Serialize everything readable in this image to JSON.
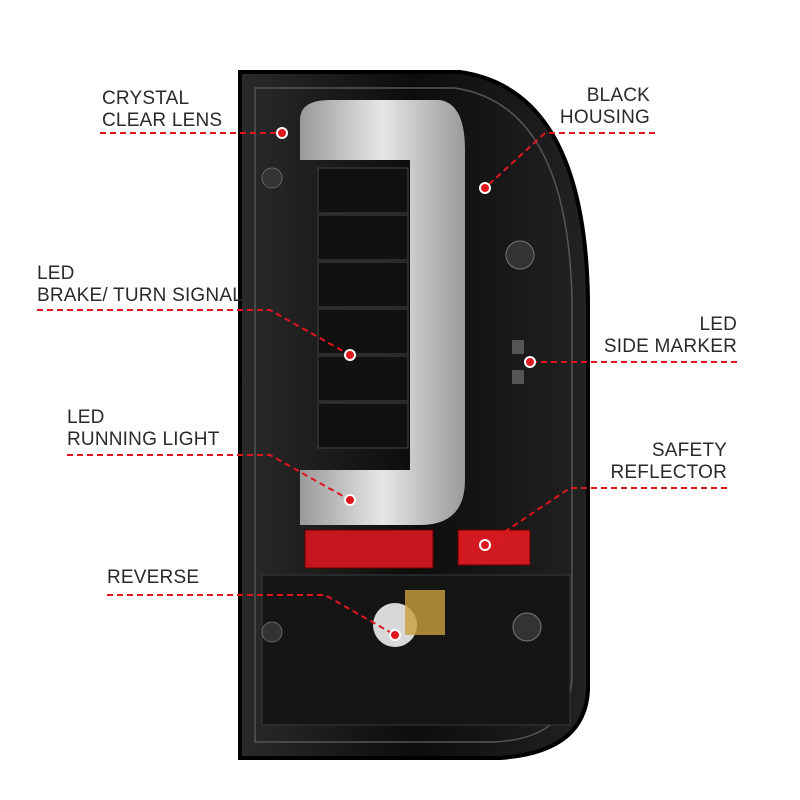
{
  "accent_color": "#e0161e",
  "callouts": [
    {
      "id": "crystal-clear-lens",
      "lines": [
        "CRYSTAL",
        "CLEAR LENS"
      ]
    },
    {
      "id": "black-housing",
      "lines": [
        "BLACK",
        "HOUSING"
      ]
    },
    {
      "id": "led-brake-turn-signal",
      "lines": [
        "LED",
        "BRAKE/ TURN SIGNAL"
      ]
    },
    {
      "id": "led-side-marker",
      "lines": [
        "LED",
        "SIDE MARKER"
      ]
    },
    {
      "id": "led-running-light",
      "lines": [
        "LED",
        "RUNNING LIGHT"
      ]
    },
    {
      "id": "safety-reflector",
      "lines": [
        "SAFETY",
        "REFLECTOR"
      ]
    },
    {
      "id": "reverse",
      "lines": [
        "REVERSE"
      ]
    }
  ]
}
